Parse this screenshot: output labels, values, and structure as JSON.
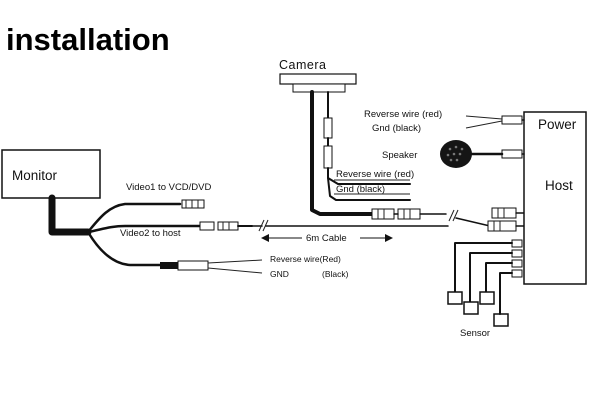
{
  "title": "installation",
  "monitor": {
    "label": "Monitor"
  },
  "camera": {
    "label": "Camera"
  },
  "host": {
    "power_label": "Power",
    "host_label": "Host"
  },
  "labels": {
    "video1": "Video1 to VCD/DVD",
    "video2": "Video2 to host",
    "reverse_red_monitor": "Reverse wire(Red)",
    "gnd_monitor": "GND",
    "black_monitor": "(Black)",
    "cable": "6m Cable",
    "camera_reverse": "Reverse wire (red)",
    "camera_gnd": "Gnd (black)",
    "power_reverse": "Reverse wire (red)",
    "power_gnd": "Gnd (black)",
    "speaker": "Speaker",
    "sensor": "Sensor"
  }
}
